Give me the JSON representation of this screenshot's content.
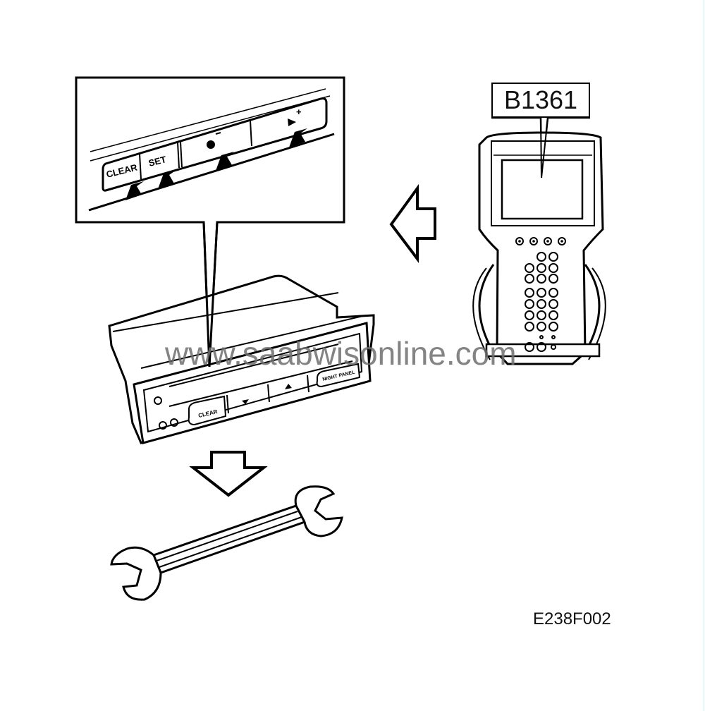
{
  "diagram": {
    "fault_code": "B1361",
    "figure_id": "E238F002",
    "watermark": "www.saabwisonline.com",
    "detail_panel": {
      "buttons": [
        {
          "label": "CLEAR"
        },
        {
          "label": "SET"
        },
        {
          "label": "●",
          "sign": "–"
        },
        {
          "label": "▶",
          "sign": "+"
        }
      ],
      "arrow_count": 4
    },
    "control_unit": {
      "buttons": [
        "CLEAR",
        "▼",
        "▲",
        "NIGHT PANEL"
      ]
    },
    "tester": {
      "soft_keys": 4,
      "keypad_rows": [
        2,
        3,
        3,
        3,
        3,
        3,
        3,
        3
      ]
    },
    "flow": {
      "arrow_from_tester": "left-arrow",
      "arrow_to_repair": "down-arrow",
      "repair_icon": "wrench-icon"
    },
    "colors": {
      "line": "#000000",
      "background": "#ffffff",
      "watermark": "#6e6e6e"
    }
  }
}
